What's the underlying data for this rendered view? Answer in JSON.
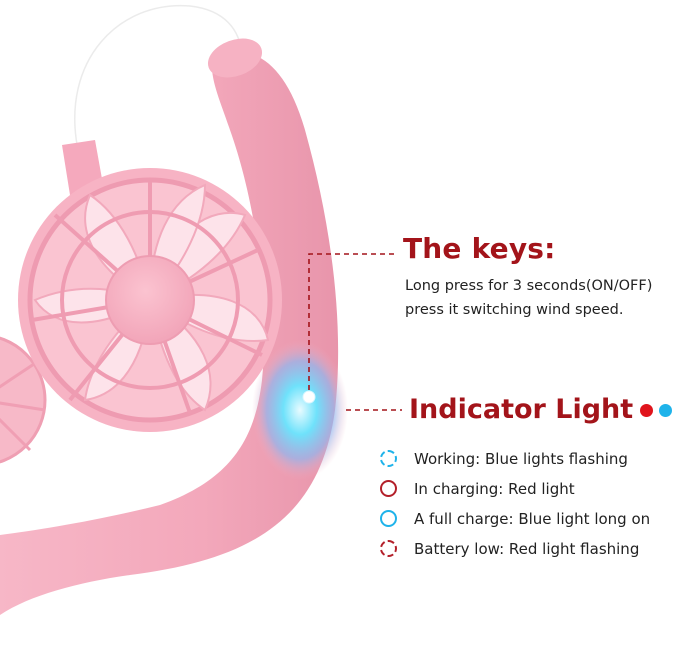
{
  "keys": {
    "title": "The keys:",
    "line1": "Long press for 3 seconds(ON/OFF)",
    "line2": "press it switching wind speed."
  },
  "indicator": {
    "title": "Indicator Light",
    "dot_colors": [
      "#e0141c",
      "#1fb3ea"
    ],
    "items": [
      {
        "label": "Working: Blue lights flashing",
        "ring_color": "#1fb3ea",
        "ring_style": "dashed"
      },
      {
        "label": "In charging: Red light",
        "ring_color": "#b3202a",
        "ring_style": "solid"
      },
      {
        "label": "A full charge: Blue light long on",
        "ring_color": "#1fb3ea",
        "ring_style": "solid"
      },
      {
        "label": "Battery low: Red light flashing",
        "ring_color": "#b3202a",
        "ring_style": "dashed"
      }
    ]
  },
  "colors": {
    "accent_red": "#a3141a",
    "fan_pink": "#f6b3c3",
    "led_blue": "#3fd4f4"
  }
}
